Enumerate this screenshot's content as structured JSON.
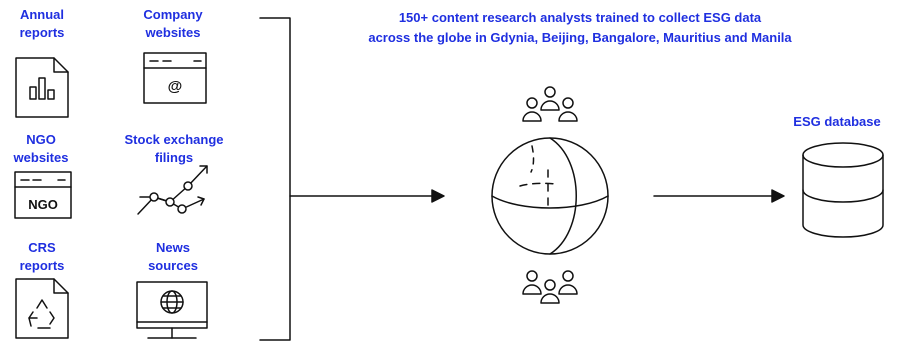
{
  "sources": [
    {
      "label_line1": "Annual",
      "label_line2": "reports",
      "icon": "bar-chart-document-icon"
    },
    {
      "label_line1": "Company",
      "label_line2": "websites",
      "icon": "browser-at-icon"
    },
    {
      "label_line1": "NGO",
      "label_line2": "websites",
      "icon": "browser-ngo-icon",
      "icon_text": "NGO"
    },
    {
      "label_line1": "Stock exchange",
      "label_line2": "filings",
      "icon": "stock-chart-icon"
    },
    {
      "label_line1": "CRS",
      "label_line2": "reports",
      "icon": "recycle-document-icon"
    },
    {
      "label_line1": "News",
      "label_line2": "sources",
      "icon": "globe-monitor-icon"
    }
  ],
  "headline": {
    "line1": "150+ content research analysts trained to collect ESG data",
    "line2": "across the globe in Gdynia, Beijing, Bangalore, Mauritius and Manila"
  },
  "center": {
    "icons": [
      "people-group-icon",
      "globe-icon"
    ]
  },
  "destination": {
    "label": "ESG database",
    "icon": "database-icon"
  },
  "colors": {
    "accent": "#1f2fe0",
    "line": "#111111"
  }
}
